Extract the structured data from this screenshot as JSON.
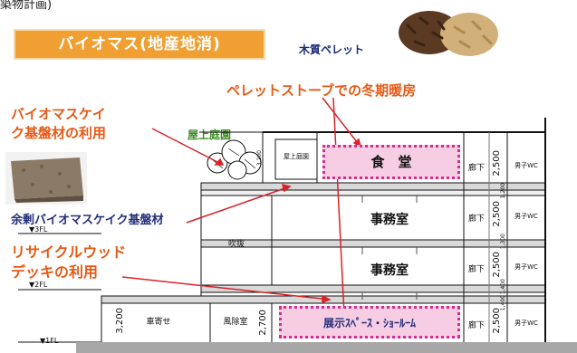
{
  "header": {
    "top_fragment": "築物計画)",
    "banner": "バイオマス(地産地消)"
  },
  "annotations": {
    "pellet": "木質ペレット",
    "stove": "ペレットストーブでの冬期暖房",
    "biomass_cake_1": "バイオマスケイ",
    "biomass_cake_2": "ク基盤材の利用",
    "rooftop_garden": "屋上庭園",
    "surplus_cake": "余剰バイオマスケイク基盤材",
    "recycle_1": "リサイクルウッド",
    "recycle_2": "デッキの利用"
  },
  "floors": {
    "f3": "▼3FL",
    "f2": "▼2FL",
    "f1": "▼1FL"
  },
  "rooms": {
    "roof_garden_small": "屋上庭園",
    "shokudo": "食　堂",
    "jimushitsu_upper": "事務室",
    "jimushitsu_lower": "事務室",
    "fukinuke": "吹抜",
    "showroom": "展示ｽﾍﾟｰｽ・ｼｮｰﾙｰﾑ",
    "kurumayose": "車寄せ",
    "fujoshitsu": "風除室",
    "roka": [
      "廊下",
      "廊下",
      "廊下",
      "廊下"
    ],
    "wc": [
      "男子WC",
      "男子WC",
      "男子WC",
      "男子WC"
    ]
  },
  "dimensions": {
    "roof_h": "3,200",
    "floor_h": [
      "2,500",
      "2,500",
      "2,500",
      "2,500"
    ],
    "slab": [
      "1,200",
      "1,300",
      "1,400",
      "1,400"
    ],
    "left_h": "3,200",
    "entry_h": "2,700"
  },
  "colors": {
    "banner_orange": "#f0a033",
    "annotation_orange": "#e55a16",
    "garden_green": "#3d8b27",
    "navy": "#24307a",
    "pink_fill": "#f6cde3",
    "pink_border": "#cf2f8f",
    "arrow_red": "#d8232a"
  }
}
